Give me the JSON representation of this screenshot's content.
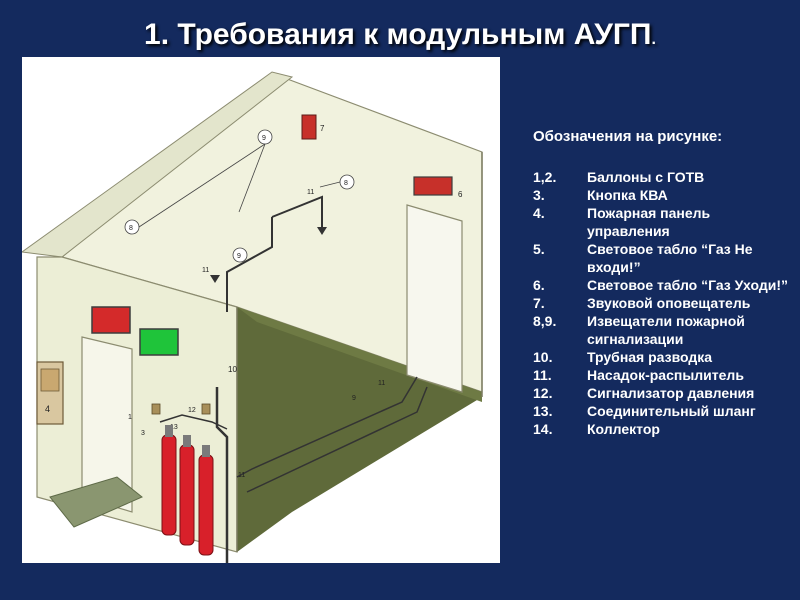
{
  "title": "1. Требования к модульным АУГП",
  "title_dot": ".",
  "legend": {
    "heading": "Обозначения на рисунке:",
    "items": [
      {
        "num": "1,2.",
        "text": "Баллоны с ГОТВ"
      },
      {
        "num": "3.",
        "text": "Кнопка КВА"
      },
      {
        "num": "4.",
        "text": "Пожарная панель управления"
      },
      {
        "num": "5.",
        "text": "Световое табло “Газ Не входи!”"
      },
      {
        "num": "6.",
        "text": "Световое табло “Газ Уходи!”"
      },
      {
        "num": "7.",
        "text": "Звуковой оповещатель"
      },
      {
        "num": "8,9.",
        "text": "Извещатели пожарной сигнализации"
      },
      {
        "num": "10.",
        "text": "Трубная разводка"
      },
      {
        "num": "11.",
        "text": "Насадок-распылитель"
      },
      {
        "num": "12.",
        "text": "Сигнализатор давления"
      },
      {
        "num": "13.",
        "text": "Соединительный шланг"
      },
      {
        "num": "14.",
        "text": "Коллектор"
      }
    ]
  },
  "figure_labels": {
    "n4": "4",
    "n6": "6",
    "n7": "7",
    "n8a": "8",
    "n8b": "8",
    "n9a": "9",
    "n9b": "9",
    "n9c": "9",
    "n10": "10",
    "n11a": "11",
    "n11b": "11",
    "n11c": "11",
    "n11d": "11",
    "n12": "12",
    "n13": "13",
    "n3": "3",
    "n1": "1"
  },
  "colors": {
    "background": "#142a5e",
    "wall": "#eef0dc",
    "floor": "#5f6a3a",
    "cylinder": "#d8202a",
    "sign_red": "#d42a2a",
    "sign_green": "#1fc43a"
  }
}
